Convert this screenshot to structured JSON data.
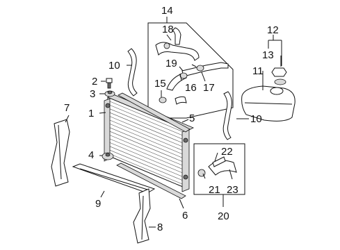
{
  "callouts": {
    "c1": "1",
    "c2": "2",
    "c3": "3",
    "c4": "4",
    "c5": "5",
    "c6": "6",
    "c7": "7",
    "c8": "8",
    "c9": "9",
    "c10a": "10",
    "c10b": "10",
    "c11": "11",
    "c12": "12",
    "c13": "13",
    "c14": "14",
    "c15": "15",
    "c16": "16",
    "c17": "17",
    "c18": "18",
    "c19": "19",
    "c20": "20",
    "c21": "21",
    "c22": "22",
    "c23": "23"
  },
  "colors": {
    "line": "#111111",
    "shade": "#d9d9d9",
    "dark": "#6a6a6a"
  }
}
